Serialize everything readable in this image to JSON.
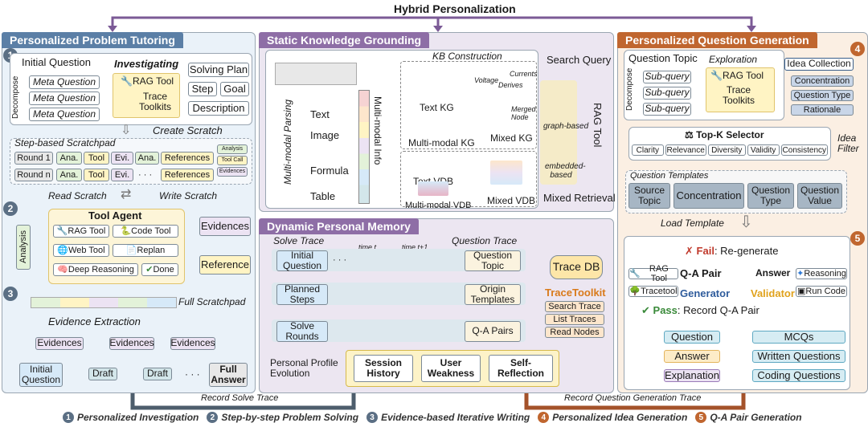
{
  "top_title": "Hybrid Personalization",
  "panels": {
    "tutoring": "Personalized Problem Tutoring",
    "static": "Static Knowledge Grounding",
    "memory": "Dynamic Personal Memory",
    "generation": "Personalized Question Generation"
  },
  "numbers": [
    "1",
    "2",
    "3",
    "4",
    "5"
  ],
  "p1": {
    "initial_question": "Initial Question",
    "decompose": "Decompose",
    "meta_question": "Meta Question",
    "investigating": "Investigating",
    "rag_tool": "RAG Tool",
    "trace_toolkits": "Trace Toolkits",
    "solving_plan": "Solving Plan",
    "step": "Step",
    "goal": "Goal",
    "description": "Description",
    "create_scratch": "Create Scratch",
    "scratchpad_title": "Step-based Scratchpad",
    "round1": "Round 1",
    "roundn": "Round n",
    "ana": "Ana.",
    "tool": "Tool",
    "evi": "Evi.",
    "references": "References",
    "ellipsis": "· · ·",
    "legend_analysis": "Analysis",
    "legend_toolcall": "Tool Call",
    "legend_evidences": "Evidences",
    "read_scratch": "Read Scratch",
    "write_scratch": "Write Scratch",
    "analysis": "Analysis",
    "tool_agent": "Tool Agent",
    "code_tool": "Code Tool",
    "web_tool": "Web Tool",
    "replan": "Replan",
    "deep_reasoning": "Deep Reasoning",
    "done": "Done",
    "evidences": "Evidences",
    "reference": "Reference",
    "full_scratchpad": "Full Scratchpad",
    "evidence_extraction": "Evidence Extraction",
    "draft": "Draft",
    "full_answer": "Full Answer"
  },
  "p2": {
    "multimodal_parsing": "Multi-modal Parsing",
    "text": "Text",
    "image": "Image",
    "formula": "Formula",
    "table": "Table",
    "multimodal_info": "Multi-modal Info",
    "kb_construction": "KB Construction",
    "text_kg": "Text KG",
    "voltage": "Voltage",
    "currents": "Currents",
    "derives": "Derives",
    "merged_node": "Merged Node",
    "multimodal_kg": "Multi-modal KG",
    "mixed_kg": "Mixed KG",
    "text_vdb": "Text VDB",
    "multimodal_vdb": "Multi-modal VDB",
    "mixed_vdb": "Mixed VDB",
    "search_query": "Search Query",
    "graph_based": "graph-based",
    "embedded_based": "embedded-based",
    "rag_tool": "RAG Tool",
    "mixed_retrieval": "Mixed Retrieval"
  },
  "p3": {
    "solve_trace": "Solve Trace",
    "question_trace": "Question Trace",
    "time_t": "time t",
    "time_t1": "time t+1",
    "initial_question": "Initial Question",
    "planned_steps": "Planned Steps",
    "solve_rounds": "Solve Rounds",
    "question_topic": "Question Topic",
    "origin_templates": "Origin Templates",
    "qa_pairs": "Q-A Pairs",
    "trace_db": "Trace DB",
    "trace_toolkit": "TraceToolkit",
    "search_trace": "Search Trace",
    "list_traces": "List Traces",
    "read_nodes": "Read Nodes",
    "profile_evolution": "Personal Profile Evolution",
    "session_history": "Session History",
    "user_weakness": "User Weakness",
    "self_reflection": "Self-Reflection"
  },
  "p4": {
    "question_topic": "Question Topic",
    "decompose": "Decompose",
    "sub_query": "Sub-query",
    "exploration": "Exploration",
    "rag_tool": "RAG Tool",
    "trace_toolkits": "Trace Toolkits",
    "idea_collection": "Idea Collection",
    "concentration": "Concentration",
    "question_type": "Question Type",
    "rationale": "Rationale",
    "topk": "Top-K Selector",
    "criteria": [
      "Clarity",
      "Relevance",
      "Diversity",
      "Validity",
      "Consistency"
    ],
    "idea_filter": "Idea Filter",
    "templates_title": "Question Templates",
    "source_topic": "Source Topic",
    "question_value": "Question Value",
    "load_template": "Load Template",
    "fail": "Fail",
    "regenerate": ": Re-generate",
    "qa_pair": "Q-A Pair",
    "generator": "Generator",
    "answer": "Answer",
    "validator": "Validator",
    "tracetool": "Tracetool",
    "reasoning": "Reasoning",
    "run_code": "Run Code",
    "pass": "Pass",
    "record_qa": ": Record Q-A Pair",
    "question": "Question",
    "explanation": "Explanation",
    "mcqs": "MCQs",
    "written": "Written Questions",
    "coding": "Coding Questions"
  },
  "bottom": {
    "record_solve": "Record Solve Trace",
    "record_generation": "Record Question Generation Trace"
  },
  "legend": [
    {
      "n": "1",
      "label": "Personalized Investigation",
      "color": "#5b6f84"
    },
    {
      "n": "2",
      "label": "Step-by-step Problem Solving",
      "color": "#5b6f84"
    },
    {
      "n": "3",
      "label": "Evidence-based Iterative Writing",
      "color": "#5b6f84"
    },
    {
      "n": "4",
      "label": "Personalized Idea Generation",
      "color": "#c0662f"
    },
    {
      "n": "5",
      "label": "Q-A Pair Generation",
      "color": "#c0662f"
    }
  ],
  "colors": {
    "blue_title": "#5b7fa6",
    "purple_title": "#8e6ea6",
    "orange_title": "#c0662f",
    "slate": "#5b6f84"
  }
}
